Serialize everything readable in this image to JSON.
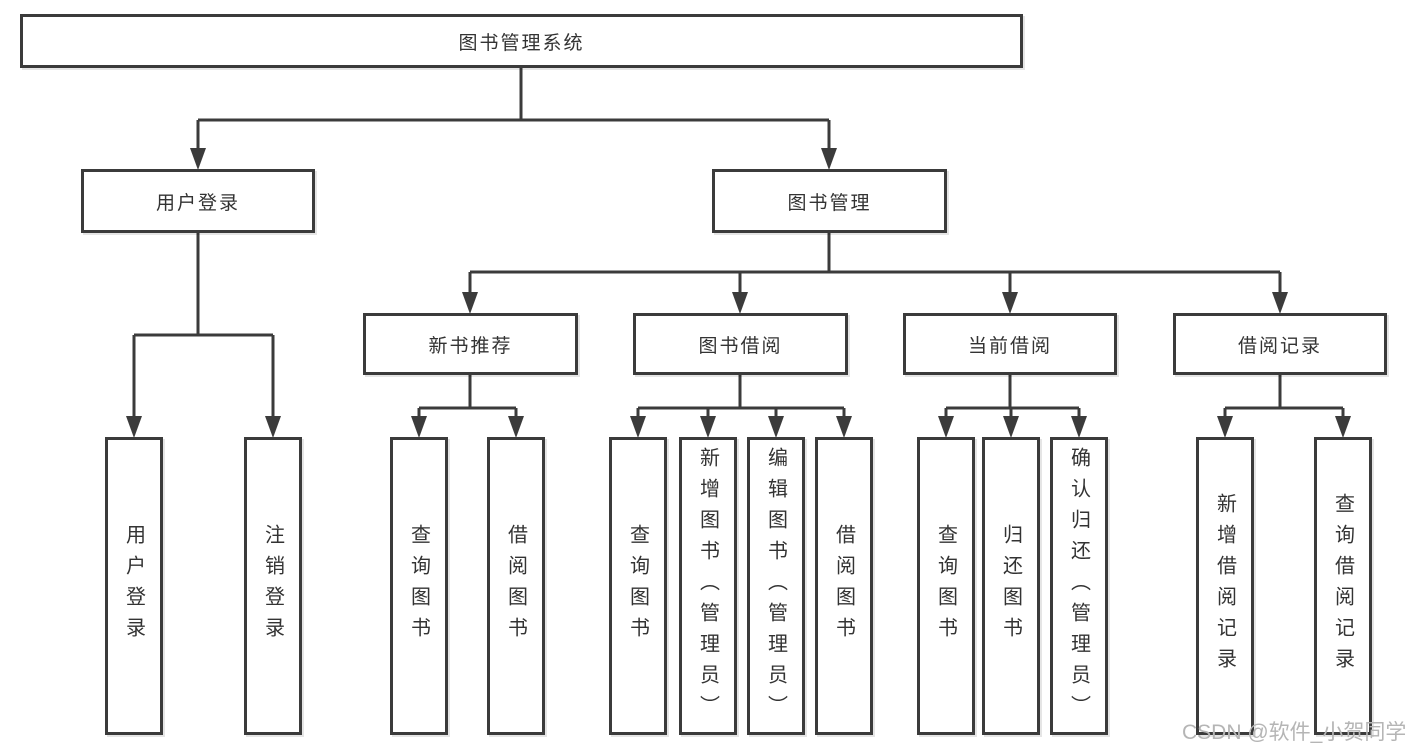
{
  "tree": {
    "root": "图书管理系统",
    "login_branch": {
      "label": "用户登录",
      "leaves": [
        "用户登录",
        "注销登录"
      ]
    },
    "mgmt_branch": {
      "label": "图书管理",
      "sections": [
        {
          "label": "新书推荐",
          "leaves": [
            "查询图书",
            "借阅图书"
          ]
        },
        {
          "label": "图书借阅",
          "leaves": [
            "查询图书",
            "新增图书（管理员）",
            "编辑图书（管理员）",
            "借阅图书"
          ]
        },
        {
          "label": "当前借阅",
          "leaves": [
            "查询图书",
            "归还图书",
            "确认归还（管理员）"
          ]
        },
        {
          "label": "借阅记录",
          "leaves": [
            "新增借阅记录",
            "查询借阅记录"
          ]
        }
      ]
    }
  },
  "watermark": "CSDN @软件_小贺同学",
  "colors": {
    "line": "#3b3b3b",
    "text": "#333333",
    "box_fill": "#ffffff",
    "watermark": "#b5b5b5",
    "background": "#ffffff"
  }
}
